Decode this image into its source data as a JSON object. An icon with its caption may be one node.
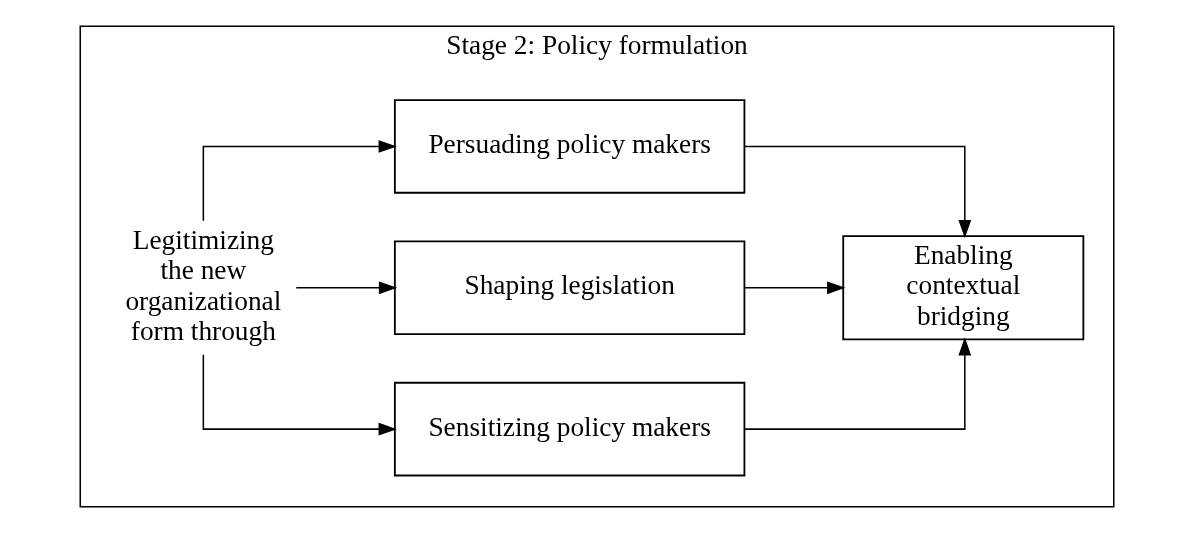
{
  "diagram": {
    "nodes": [
      {
        "text": [
          "Stage 2: Policy formulation"
        ]
      },
      {
        "text": [
          "Legitimizing the new organizational form through"
        ],
        "in": 0
      },
      {
        "text": [
          "Sensitizing policy makers"
        ],
        "in": 0
      },
      {
        "text": [
          "Shaping legislation"
        ],
        "in": 0
      },
      {
        "text": [
          "Persuading policy makers"
        ],
        "in": 0
      },
      {
        "text": [
          "Enabling contextual bridging"
        ],
        "in": 0
      }
    ],
    "edges": [
      {
        "from": 1,
        "to": 2,
        "arrow": "to"
      },
      {
        "from": 1,
        "to": 3,
        "arrow": "to"
      },
      {
        "from": 1,
        "to": 4,
        "arrow": "to"
      },
      {
        "from": 2,
        "to": 5,
        "arrow": "to"
      },
      {
        "from": 3,
        "to": 5,
        "arrow": "to"
      },
      {
        "from": 4,
        "to": 5,
        "arrow": "to"
      }
    ]
  }
}
